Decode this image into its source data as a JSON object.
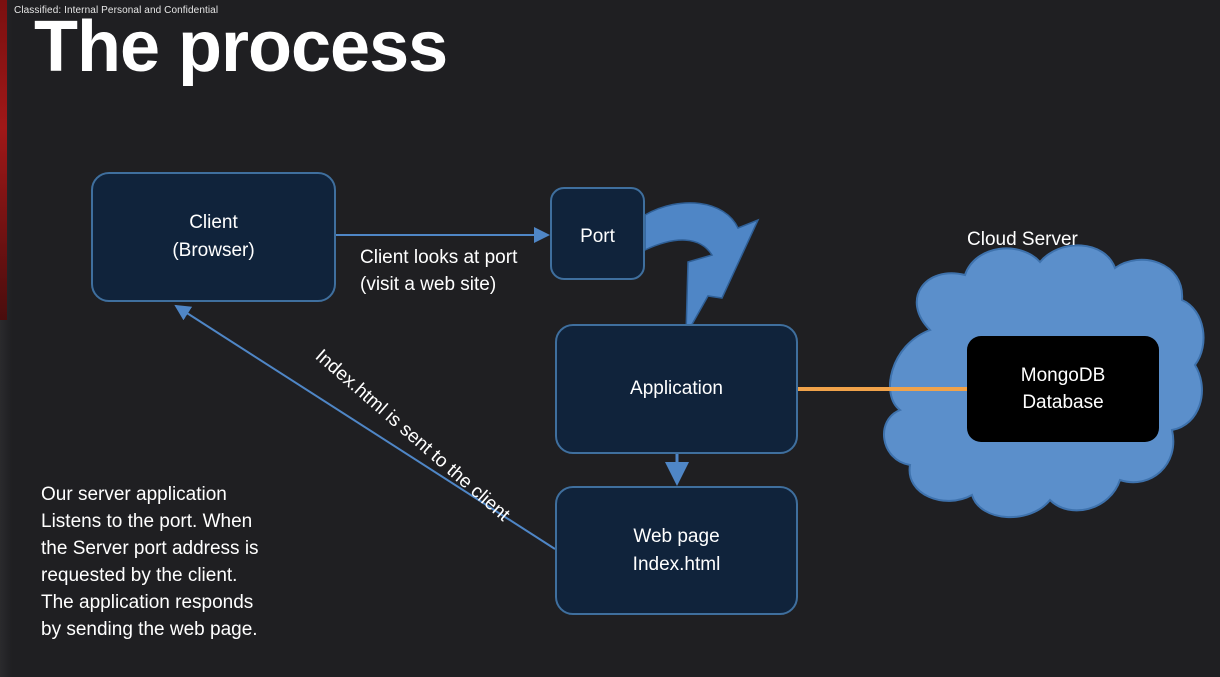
{
  "header": {
    "classification": "Classified: Internal Personal and Confidential",
    "title": "The process"
  },
  "nodes": {
    "client": "Client\n(Browser)",
    "port": "Port",
    "application": "Application",
    "web_page": "Web page\nIndex.html",
    "database": "MongoDB\nDatabase"
  },
  "cloud_label": "Cloud Server",
  "edge_labels": {
    "client_to_port": "Client looks at port\n(visit a web site)",
    "web_to_client": "Index.html is sent to the client"
  },
  "description": "Our server application\nListens to the port. When\nthe Server port address is\nrequested by the client.\nThe application responds\nby sending the web page.",
  "colors": {
    "background": "#1f1f22",
    "node_fill": "#10233b",
    "node_border": "#3f6f9e",
    "cloud": "#5b8fcb",
    "arrow": "#4f86c6",
    "db_link": "#f0a24a"
  }
}
